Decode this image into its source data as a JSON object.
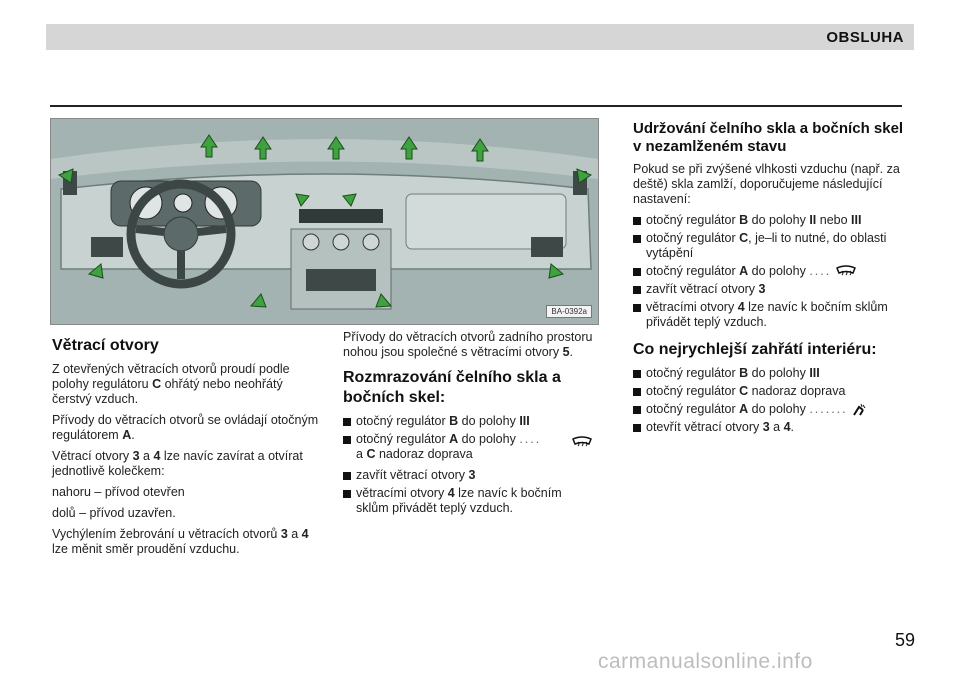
{
  "header": {
    "title": "OBSLUHA"
  },
  "figure": {
    "label": "BA-0392a"
  },
  "col1": {
    "heading": "Větrací otvory",
    "p1_a": "Z otevřených větracích otvorů proudí podle polohy regulátoru ",
    "p1_k": "C",
    "p1_b": " ohřátý nebo neohřátý čerstvý vzduch.",
    "p2_a": "Přívody do větracích otvorů se ovládají otočným regulátorem ",
    "p2_k": "A",
    "p2_b": ".",
    "p3_a": "Větrací otvory ",
    "p3_k1": "3",
    "p3_mid": " a ",
    "p3_k2": "4",
    "p3_b": " lze navíc zavírat a otvírat jednotlivě kolečkem:",
    "p4": "nahoru – přívod otevřen",
    "p5": "dolů – přívod uzavřen.",
    "p6_a": "Vychýlením žebrování u větracích otvorů ",
    "p6_k1": "3",
    "p6_mid": " a ",
    "p6_k2": "4",
    "p6_b": " lze měnit směr proudění vzduchu."
  },
  "col2": {
    "intro_a": "Přívody do větracích otvorů zadního prostoru nohou jsou společné s větracími otvory ",
    "intro_k": "5",
    "intro_b": ".",
    "heading": "Rozmrazování čelního skla a bočních skel:",
    "b1_a": "otočný regulátor ",
    "b1_k1": "B",
    "b1_mid": " do polohy ",
    "b1_k2": "III",
    "b2_a": "otočný regulátor ",
    "b2_k1": "A",
    "b2_mid": " do polohy ",
    "b2_dots": "....",
    "b2_c": "a ",
    "b2_k2": "C",
    "b2_d": " nadoraz doprava",
    "b3_a": "zavřít větrací otvory ",
    "b3_k": "3",
    "b4_a": "větracími otvory ",
    "b4_k": "4",
    "b4_b": " lze navíc k bočním sklům přivádět teplý vzduch."
  },
  "col3": {
    "heading1": "Udržování čelního skla a bočních skel v nezamlženém stavu",
    "intro": "Pokud se při zvýšené vlhkosti vzduchu (např. za deště) skla zamlží, doporučujeme následující nastavení:",
    "b1_a": "otočný regulátor ",
    "b1_k1": "B",
    "b1_mid": " do polohy ",
    "b1_k2": "II",
    "b1_or": " nebo ",
    "b1_k3": "III",
    "b2_a": "otočný regulátor ",
    "b2_k": "C",
    "b2_b": ", je–li to nutné, do oblasti vytápění",
    "b3_a": "otočný regulátor ",
    "b3_k": "A",
    "b3_mid": " do polohy ",
    "b3_dots": "....",
    "b4_a": "zavřít větrací otvory ",
    "b4_k": "3",
    "b5_a": "větracími otvory ",
    "b5_k": "4",
    "b5_b": " lze navíc k bočním sklům přivádět teplý vzduch.",
    "heading2": "Co nejrychlejší zahřátí interiéru:",
    "c1_a": "otočný regulátor ",
    "c1_k1": "B",
    "c1_mid": " do polohy ",
    "c1_k2": "III",
    "c2_a": "otočný regulátor ",
    "c2_k": "C",
    "c2_b": " nadoraz doprava",
    "c3_a": "otočný regulátor ",
    "c3_k": "A",
    "c3_mid": " do polohy ",
    "c3_dots": ".......",
    "c4_a": "otevřít větrací otvory ",
    "c4_k1": "3",
    "c4_mid": " a ",
    "c4_k2": "4",
    "c4_b": "."
  },
  "page_number": "59",
  "watermark": "carmanualsonline.info"
}
